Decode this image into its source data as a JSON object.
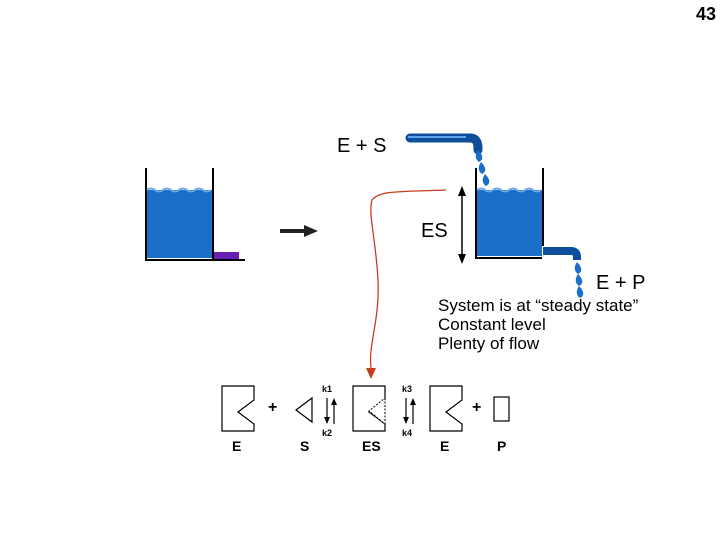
{
  "slide": {
    "number": "43"
  },
  "tank_diagram": {
    "reactants_label": "E + S",
    "complex_label": "ES",
    "products_label": "E + P"
  },
  "steady_state": {
    "lines": [
      "System is at “steady state”",
      "Constant level",
      "Plenty of flow"
    ]
  },
  "scheme": {
    "plus_1": "+",
    "plus_2": "+",
    "k1": "k1",
    "k2": "k2",
    "k3": "k3",
    "k4": "k4",
    "labels": {
      "e1": "E",
      "s": "S",
      "es": "ES",
      "e2": "E",
      "p": "P"
    }
  },
  "colors": {
    "water": "#1a6fc9",
    "water_dark": "#0d4f9a",
    "purple": "#6a1fb5",
    "pointer": "#c83c1e"
  }
}
